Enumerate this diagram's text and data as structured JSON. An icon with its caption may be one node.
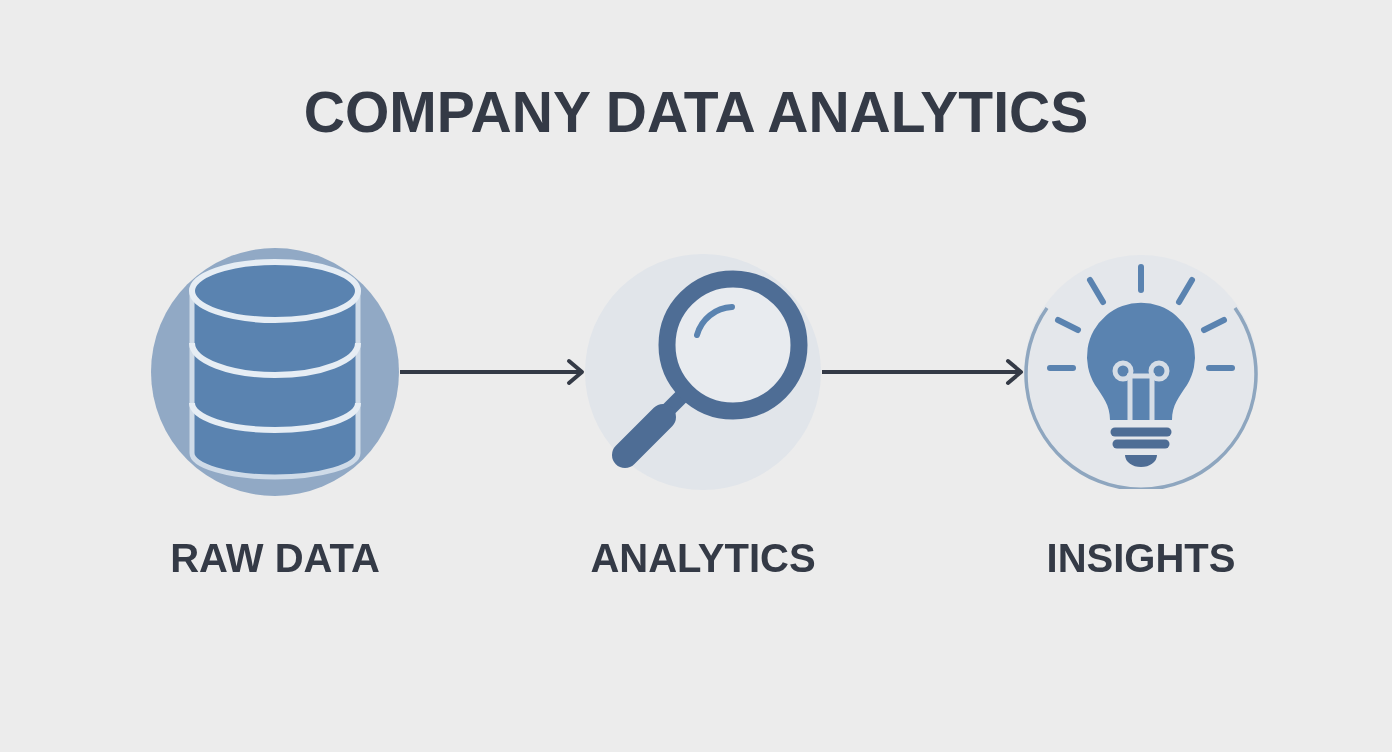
{
  "diagram": {
    "title": "COMPANY DATA ANALYTICS",
    "nodes": [
      {
        "text": [
          "RAW DATA"
        ]
      },
      {
        "text": [
          "ANALYTICS"
        ]
      },
      {
        "text": [
          "INSIGHTS"
        ]
      }
    ],
    "edges": [
      {
        "from": 0,
        "to": 1,
        "arrow": "to"
      },
      {
        "from": 1,
        "to": 2,
        "arrow": "to"
      }
    ]
  }
}
